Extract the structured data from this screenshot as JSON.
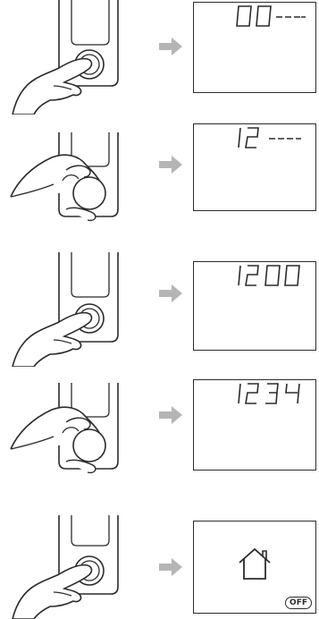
{
  "steps": [
    {
      "action": "press",
      "display": "00----"
    },
    {
      "action": "turn",
      "display": "12----"
    },
    {
      "action": "press",
      "display": "1200"
    },
    {
      "action": "turn",
      "display": "1234"
    },
    {
      "action": "press",
      "display": "home"
    }
  ],
  "badge_text": "OFF",
  "colors": {
    "line": "#2b2b2b",
    "arrow": "#b5b5b5",
    "screen_bg": "#ffffff"
  }
}
